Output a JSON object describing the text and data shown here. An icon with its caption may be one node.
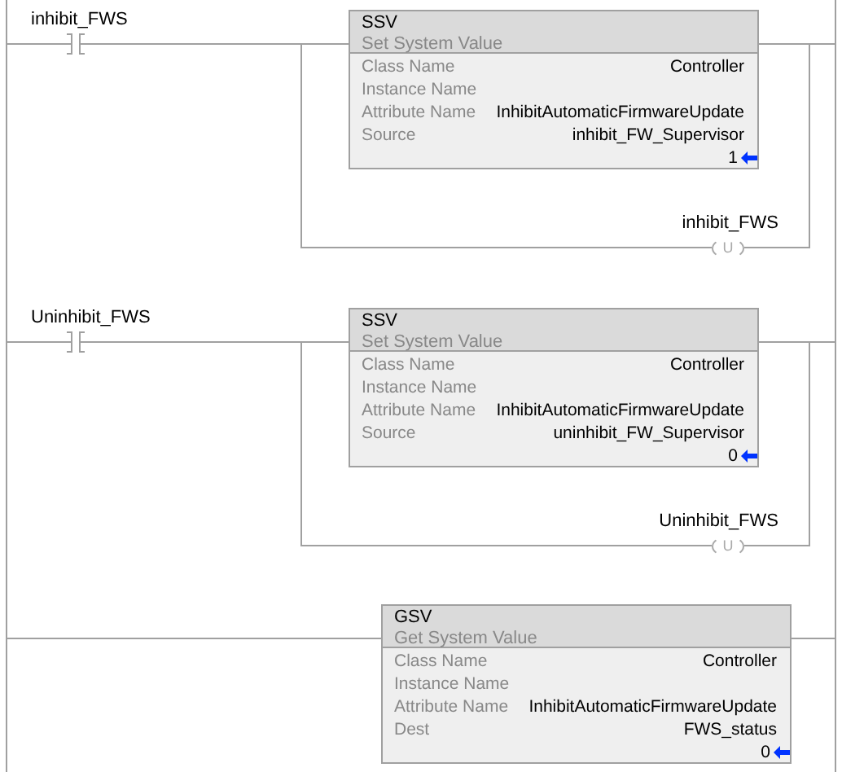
{
  "diagram": {
    "nodes": [
      {
        "text": [
          "inhibit_FWS"
        ]
      },
      {
        "text": [
          "SSV",
          "Set System Value",
          "Class Name",
          "Controller",
          "Instance Name",
          "Attribute Name",
          "InhibitAutomaticFirmwareUpdate",
          "Source",
          "inhibit_FW_Supervisor",
          "1"
        ]
      },
      {
        "text": [
          "inhibit_FWS",
          "U"
        ]
      },
      {
        "text": [
          "Uninhibit_FWS"
        ]
      },
      {
        "text": [
          "SSV",
          "Set System Value",
          "Class Name",
          "Controller",
          "Instance Name",
          "Attribute Name",
          "InhibitAutomaticFirmwareUpdate",
          "Source",
          "uninhibit_FW_Supervisor",
          "0"
        ]
      },
      {
        "text": [
          "Uninhibit_FWS",
          "U"
        ]
      },
      {
        "text": [
          "GSV",
          "Get System Value",
          "Class Name",
          "Controller",
          "Instance Name",
          "Attribute Name",
          "InhibitAutomaticFirmwareUpdate",
          "Dest",
          "FWS_status",
          "0"
        ]
      }
    ],
    "edges": [
      {
        "from": null,
        "to": 0,
        "arrow": "none"
      },
      {
        "from": 0,
        "to": 1,
        "arrow": "none"
      },
      {
        "from": 0,
        "to": 2,
        "arrow": "none"
      },
      {
        "from": 1,
        "to": null,
        "arrow": "none"
      },
      {
        "from": 2,
        "to": null,
        "arrow": "none"
      },
      {
        "from": null,
        "to": 3,
        "arrow": "none"
      },
      {
        "from": 3,
        "to": 4,
        "arrow": "none"
      },
      {
        "from": 3,
        "to": 5,
        "arrow": "none"
      },
      {
        "from": 4,
        "to": null,
        "arrow": "none"
      },
      {
        "from": 5,
        "to": null,
        "arrow": "none"
      },
      {
        "from": null,
        "to": 6,
        "arrow": "none"
      },
      {
        "from": 6,
        "to": null,
        "arrow": "none"
      }
    ]
  }
}
